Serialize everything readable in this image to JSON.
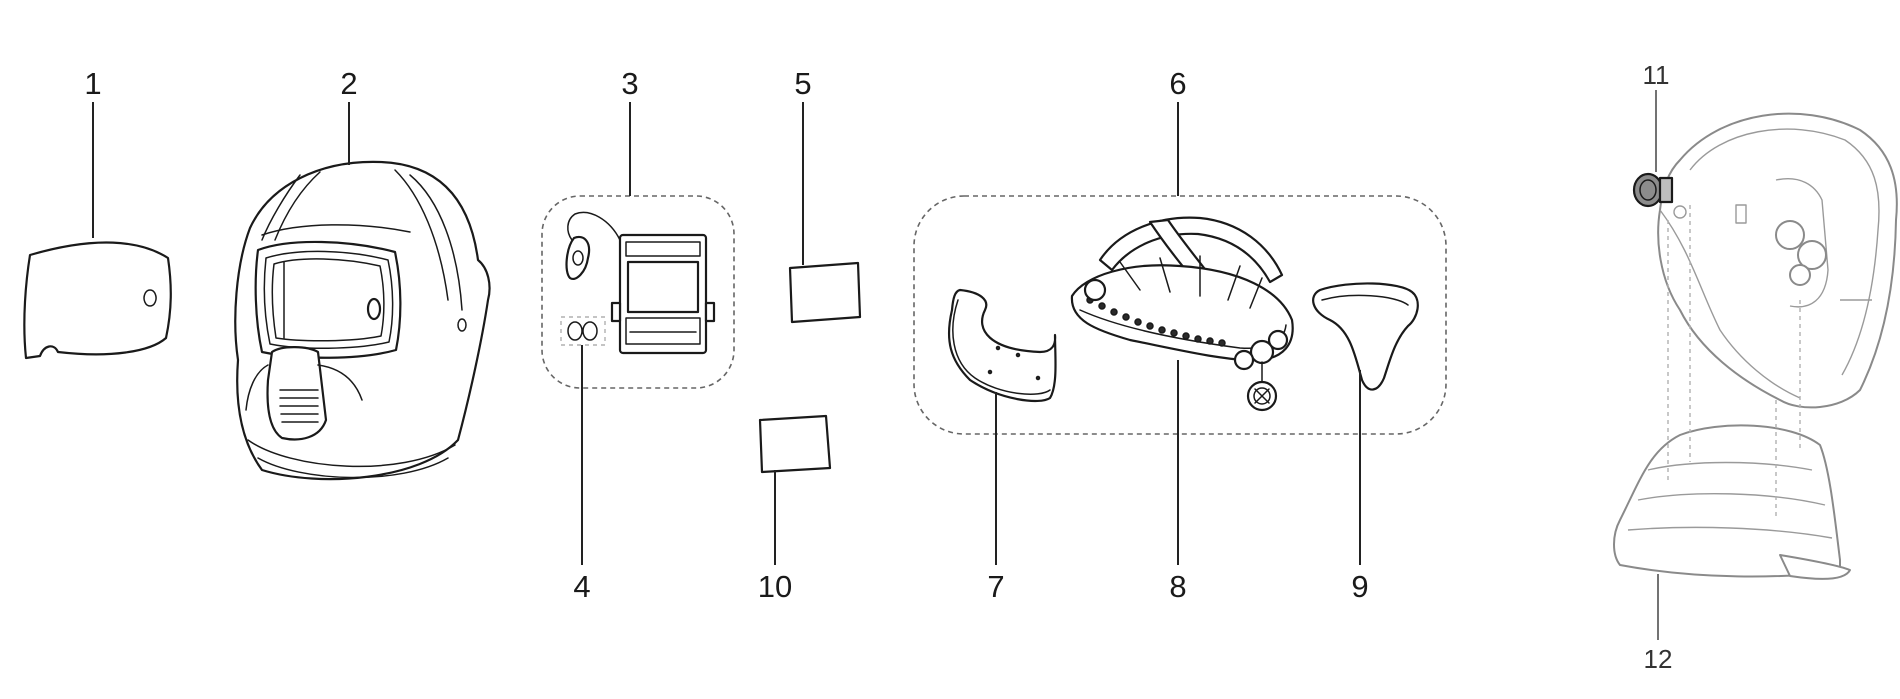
{
  "callouts": {
    "n1": "1",
    "n2": "2",
    "n3": "3",
    "n4": "4",
    "n5": "5",
    "n6": "6",
    "n7": "7",
    "n8": "8",
    "n9": "9",
    "n10": "10",
    "n11": "11",
    "n12": "12"
  },
  "icons": {
    "outer_lens": "outer-cover-lens-icon",
    "helmet": "welding-helmet-shell-icon",
    "adf_filter": "auto-darkening-filter-icon",
    "batteries": "battery-pair-icon",
    "inner_lens": "inner-cover-lens-icon",
    "headband_kit": "headband-kit-icon",
    "sweatband_front": "front-sweatband-icon",
    "headgear": "headgear-icon",
    "sweatband_back": "back-sweatband-icon",
    "magnifier": "magnifier-lens-icon",
    "hardhat_helmet": "helmet-with-hardhat-icon",
    "adapter_knob": "adapter-knob-icon",
    "hard_hat": "hard-hat-icon"
  },
  "colors": {
    "line": "#1a1a1a",
    "ghost": "#8a8a8a",
    "background": "#ffffff"
  }
}
